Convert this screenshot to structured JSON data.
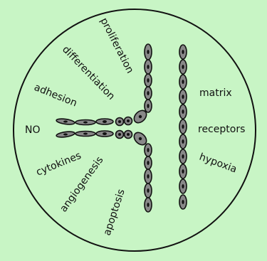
{
  "colors": {
    "background": "#c8f5c5",
    "outline": "#111111",
    "cell_fill": "#888888",
    "nucleus": "#111111"
  },
  "labels": {
    "proliferation": "proliferation",
    "differentiation": "differentiation",
    "adhesion": "adhesion",
    "no": "NO",
    "cytokines": "cytokines",
    "angiogenesis": "angiogenesis",
    "apoptosis": "apoptosis",
    "matrix": "matrix",
    "receptors": "receptors",
    "hypoxia": "hypoxia"
  }
}
